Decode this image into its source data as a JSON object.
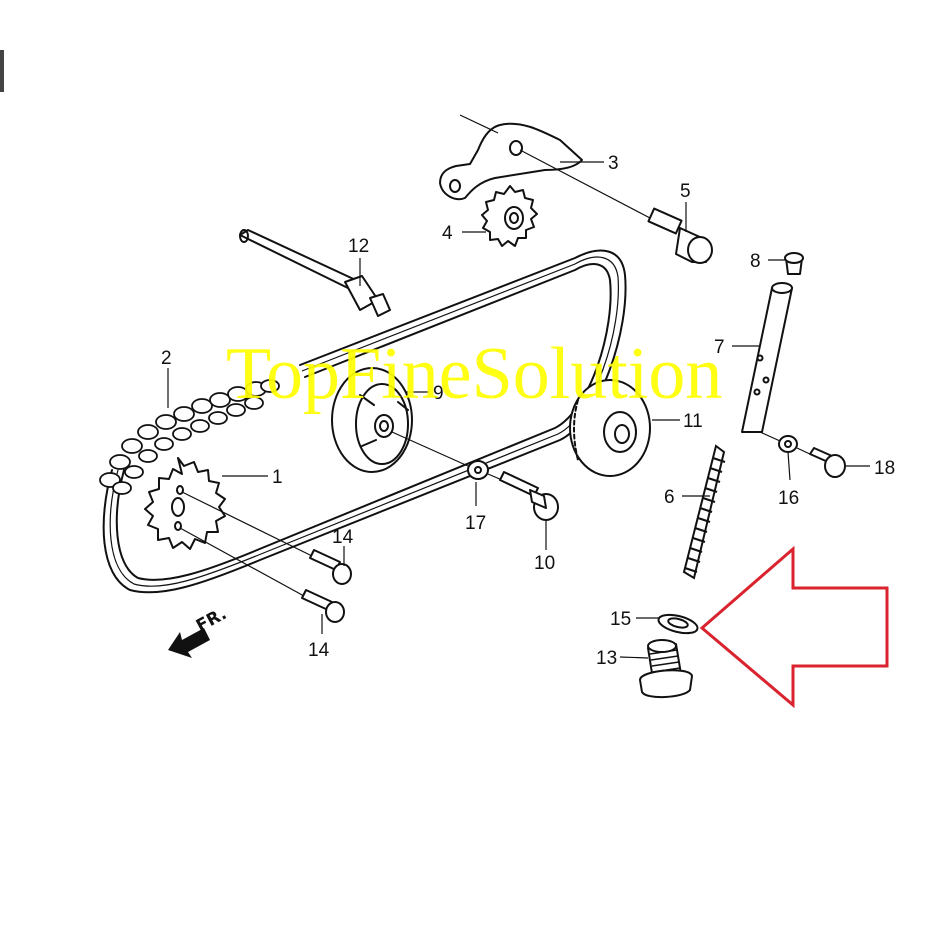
{
  "diagram": {
    "type": "exploded-parts-diagram",
    "subject": "cam chain / tensioner assembly",
    "watermark": "TopFineSolution",
    "watermark_color": "#ffff00",
    "direction_indicator": "FR.",
    "highlight_arrow_color": "#d9232e",
    "highlighted_part": "15",
    "parts": [
      {
        "id": "p1",
        "label": "1",
        "name": "cam sprocket (drive)"
      },
      {
        "id": "p2",
        "label": "2",
        "name": "cam chain"
      },
      {
        "id": "p3",
        "label": "3",
        "name": "tensioner arm bracket"
      },
      {
        "id": "p4",
        "label": "4",
        "name": "tensioner sprocket"
      },
      {
        "id": "p5",
        "label": "5",
        "name": "bolt"
      },
      {
        "id": "p6",
        "label": "6",
        "name": "tensioner spring"
      },
      {
        "id": "p7",
        "label": "7",
        "name": "tensioner pushrod tube"
      },
      {
        "id": "p8",
        "label": "8",
        "name": "cap"
      },
      {
        "id": "p9",
        "label": "9",
        "name": "guide roller"
      },
      {
        "id": "p10",
        "label": "10",
        "name": "roller bolt"
      },
      {
        "id": "p11",
        "label": "11",
        "name": "cam chain roller"
      },
      {
        "id": "p12",
        "label": "12",
        "name": "shaft"
      },
      {
        "id": "p13",
        "label": "13",
        "name": "sealing bolt"
      },
      {
        "id": "p14a",
        "label": "14",
        "name": "bolt"
      },
      {
        "id": "p14b",
        "label": "14",
        "name": "bolt"
      },
      {
        "id": "p15",
        "label": "15",
        "name": "sealing washer"
      },
      {
        "id": "p16",
        "label": "16",
        "name": "washer"
      },
      {
        "id": "p17",
        "label": "17",
        "name": "washer"
      },
      {
        "id": "p18",
        "label": "18",
        "name": "bolt"
      }
    ]
  }
}
